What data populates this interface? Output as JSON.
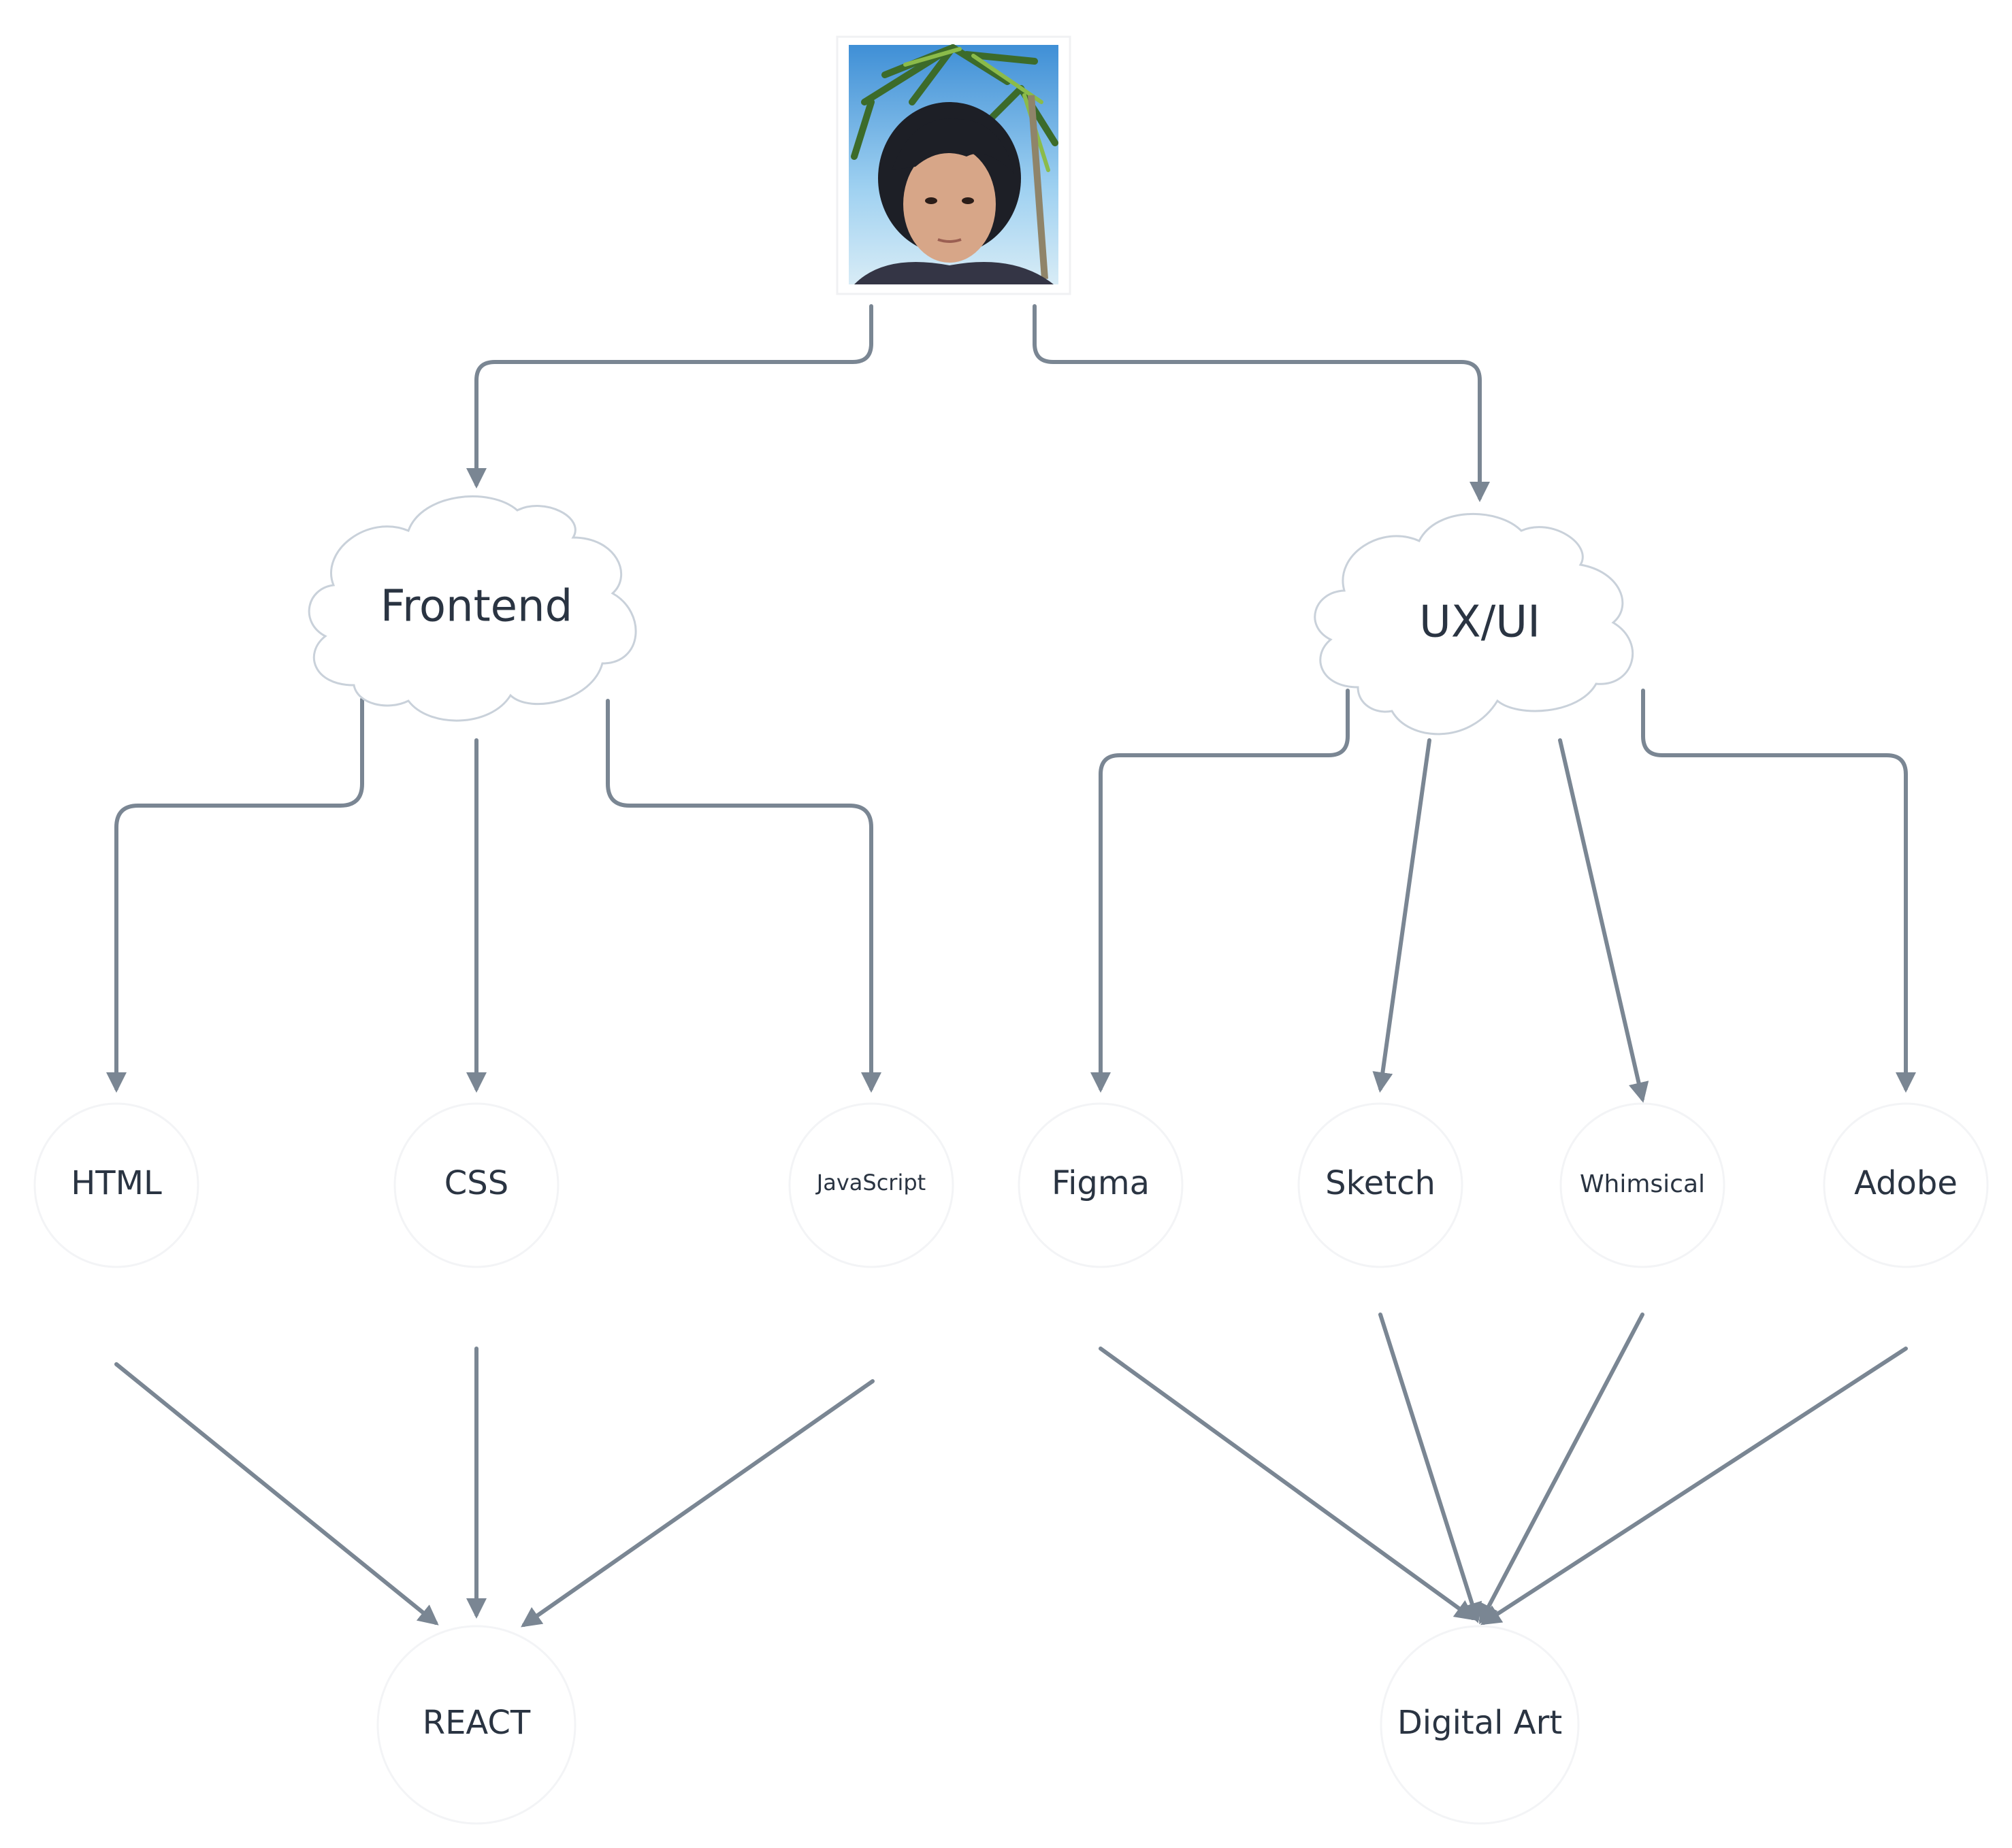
{
  "diagram": {
    "root": {
      "kind": "photo",
      "alt": "portrait-photo"
    },
    "categories": [
      {
        "id": "frontend",
        "label": "Frontend"
      },
      {
        "id": "uxui",
        "label": "UX/UI"
      }
    ],
    "skills": [
      {
        "id": "html",
        "label": "HTML"
      },
      {
        "id": "css",
        "label": "CSS"
      },
      {
        "id": "javascript",
        "label": "JavaScript"
      },
      {
        "id": "figma",
        "label": "Figma"
      },
      {
        "id": "sketch",
        "label": "Sketch"
      },
      {
        "id": "whimsical",
        "label": "Whimsical"
      },
      {
        "id": "adobe",
        "label": "Adobe"
      }
    ],
    "outcomes": [
      {
        "id": "react",
        "label": "REACT"
      },
      {
        "id": "digital-art",
        "label": "Digital Art"
      }
    ],
    "colors": {
      "connector": "#7a8693",
      "text": "#2a3442",
      "cloud_stroke": "#c9d1da",
      "circle_stroke": "#f3f4f6"
    }
  }
}
